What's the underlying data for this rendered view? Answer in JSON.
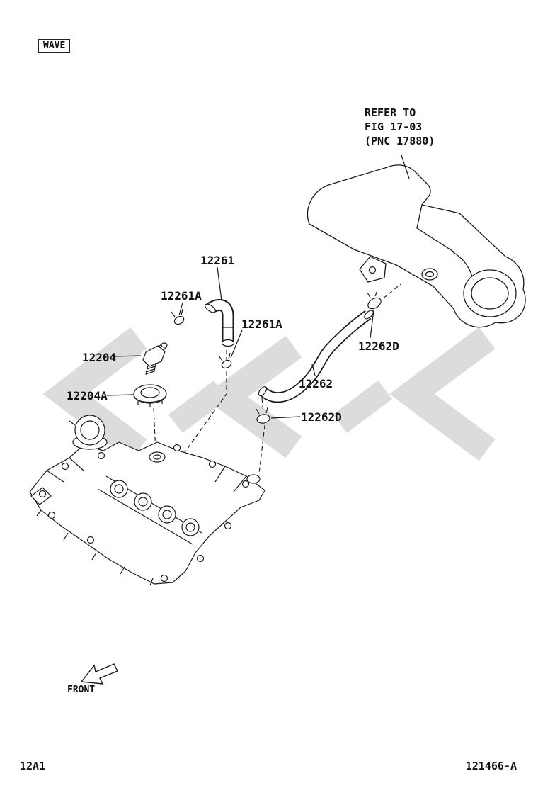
{
  "page": {
    "wave_tag": "WAVE",
    "front_label": "FRONT",
    "figure_code": "12A1",
    "figure_number": "121466-A"
  },
  "refer_note": {
    "line1": "REFER TO",
    "line2": "FIG 17-03",
    "line3": "(PNC 17880)"
  },
  "part_labels": {
    "p12261": "12261",
    "p12261a_left": "12261A",
    "p12261a_right": "12261A",
    "p12204": "12204",
    "p12204a": "12204A",
    "p12262": "12262",
    "p12262d_upper": "12262D",
    "p12262d_lower": "12262D"
  },
  "colors": {
    "line": "#1a1a1a",
    "watermark": "#dcdcdc",
    "background": "#ffffff"
  }
}
